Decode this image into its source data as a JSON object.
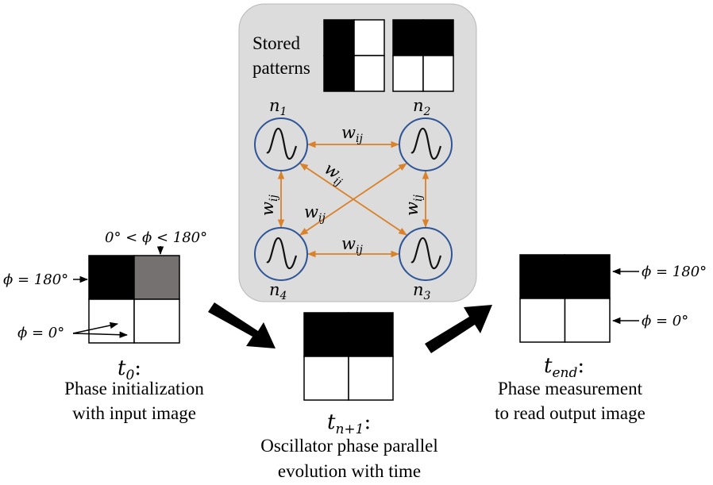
{
  "colors": {
    "panel_fill": "#dcdcdc",
    "panel_stroke": "#b8b8b8",
    "oscillator_stroke": "#2f5597",
    "coupling_arrow": "#d9822b",
    "cell_black": "#000000",
    "cell_gray": "#767171",
    "cell_white": "#ffffff"
  },
  "panel": {
    "stored_label_line1": "Stored",
    "stored_label_line2": "patterns",
    "pattern_a": [
      "black",
      "white",
      "black",
      "white"
    ],
    "pattern_b": [
      "black",
      "black",
      "white",
      "white"
    ]
  },
  "network": {
    "nodes": [
      {
        "id": "n1",
        "base": "n",
        "sub": "1"
      },
      {
        "id": "n2",
        "base": "n",
        "sub": "2"
      },
      {
        "id": "n4",
        "base": "n",
        "sub": "4"
      },
      {
        "id": "n3",
        "base": "n",
        "sub": "3"
      }
    ],
    "weight": {
      "base": "w",
      "sub": "ij"
    },
    "icon": "sine-wave-icon"
  },
  "stages": {
    "t0": {
      "time_base": "t",
      "time_sub": "0",
      "colon": ":",
      "caption_line1": "Phase initialization",
      "caption_line2": "with input image",
      "cells": [
        "black",
        "gray",
        "white",
        "white"
      ],
      "annot_range": "0° < ϕ < 180°",
      "annot_180": "ϕ = 180°",
      "annot_0": "ϕ = 0°"
    },
    "tn1": {
      "time_base": "t",
      "time_sub": "n+1",
      "colon": ":",
      "caption_line1": "Oscillator phase parallel",
      "caption_line2": "evolution with time",
      "cells": [
        "black",
        "black",
        "white",
        "white"
      ]
    },
    "tend": {
      "time_base": "t",
      "time_sub": "end",
      "colon": ":",
      "caption_line1": "Phase measurement",
      "caption_line2": "to read output image",
      "cells": [
        "black",
        "black",
        "white",
        "white"
      ],
      "annot_180": "ϕ = 180°",
      "annot_0": "ϕ = 0°"
    }
  }
}
